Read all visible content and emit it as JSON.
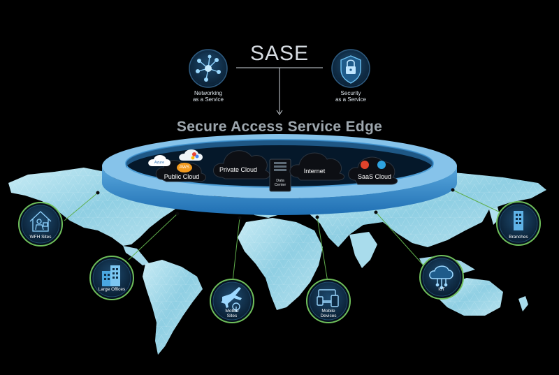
{
  "header": {
    "title": "SASE",
    "headline": "Secure Access Service Edge"
  },
  "services": [
    {
      "label_line1": "Networking",
      "label_line2": "as a Service",
      "icon": "network-icon"
    },
    {
      "label_line1": "Security",
      "label_line2": "as a Service",
      "icon": "lock-icon"
    }
  ],
  "ring_clouds": {
    "azure": "Azure",
    "aws": "AWS",
    "public": "Public Cloud",
    "private": "Private Cloud",
    "dc_line1": "Data",
    "dc_line2": "Center",
    "internet": "Internet",
    "saas": "SaaS Cloud"
  },
  "nodes": [
    {
      "line1": "WFH Sites",
      "line2": "",
      "icon": "home-worker-icon"
    },
    {
      "line1": "Large Offices",
      "line2": "",
      "icon": "building-icon"
    },
    {
      "line1": "Mobile",
      "line2": "Sites",
      "icon": "airplane-icon"
    },
    {
      "line1": "Mobile",
      "line2": "Devices",
      "icon": "devices-icon"
    },
    {
      "line1": "IoT",
      "line2": "",
      "icon": "iot-cloud-icon"
    },
    {
      "line1": "Branches",
      "line2": "",
      "icon": "branch-building-icon"
    }
  ],
  "colors": {
    "background": "#000000",
    "ring_top": "#8ec6ea",
    "ring_side": "#2f87c9",
    "map": "#9cd6e8",
    "node_ring": "#6fbf5a",
    "icon_bg": "#0c2740",
    "aws_orange": "#f39a1e"
  }
}
